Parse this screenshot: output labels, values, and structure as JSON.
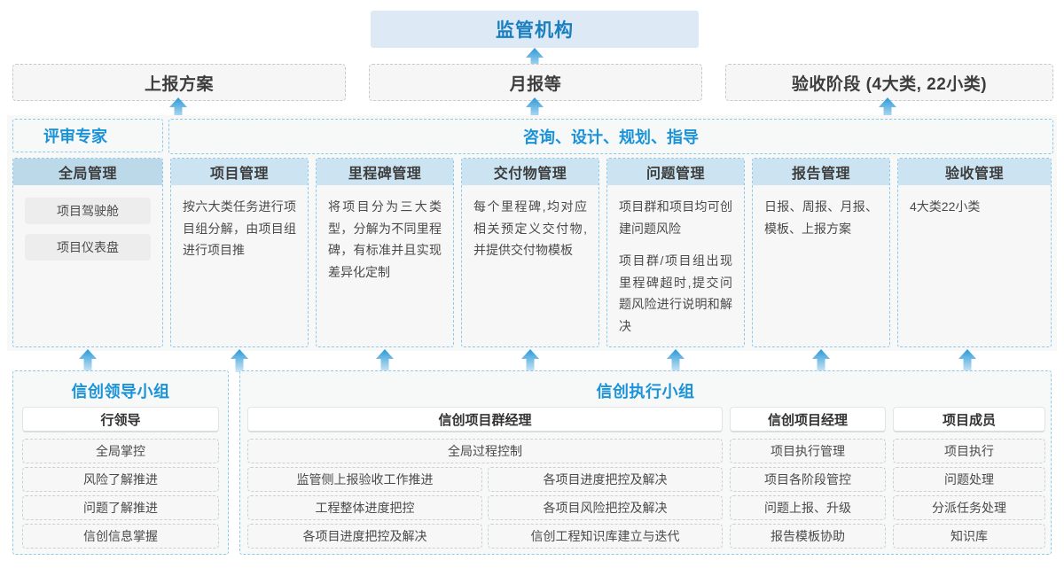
{
  "top": {
    "regulator": "监管机构",
    "inputs": [
      {
        "label": "上报方案"
      },
      {
        "label": "月报等"
      },
      {
        "label": "验收阶段 (4大类, 22小类)"
      }
    ]
  },
  "middle": {
    "role_left": "评审专家",
    "role_right": "咨询、设计、规划、指导",
    "columns": [
      {
        "head": "全局管理",
        "kind": "pills",
        "pills": [
          "项目驾驶舱",
          "项目仪表盘"
        ],
        "paragraphs": []
      },
      {
        "head": "项目管理",
        "kind": "text",
        "pills": [],
        "paragraphs": [
          "按六大类任务进行项目组分解，由项目组进行项目推"
        ]
      },
      {
        "head": "里程碑管理",
        "kind": "text",
        "pills": [],
        "paragraphs": [
          "将项目分为三大类型，分解为不同里程碑，有标准并且实现差异化定制"
        ]
      },
      {
        "head": "交付物管理",
        "kind": "text",
        "pills": [],
        "paragraphs": [
          "每个里程碑,均对应相关预定义交付物,并提供交付物模板"
        ]
      },
      {
        "head": "问题管理",
        "kind": "text",
        "pills": [],
        "paragraphs": [
          "项目群和项目均可创建问题风险",
          "项目群/项目组出现里程碑超时,提交问题风险进行说明和解决"
        ]
      },
      {
        "head": "报告管理",
        "kind": "text",
        "pills": [],
        "paragraphs": [
          "日报、周报、月报、模板、上报方案"
        ]
      },
      {
        "head": "验收管理",
        "kind": "text",
        "pills": [],
        "paragraphs": [
          "4大类22小类"
        ]
      }
    ]
  },
  "bottom": {
    "leader_group": {
      "title": "信创领导小组",
      "header": "行领导",
      "items": [
        "全局掌控",
        "风险了解推进",
        "问题了解推进",
        "信创信息掌握"
      ]
    },
    "exec_group": {
      "title": "信创执行小组",
      "program_manager": {
        "header": "信创项目群经理",
        "full_width_item": "全局过程控制",
        "rows": [
          [
            "监管侧上报验收工作推进",
            "各项目进度把控及解决"
          ],
          [
            "工程整体进度把控",
            "各项目风险把控及解决"
          ],
          [
            "各项目进度把控及解决",
            "信创工程知识库建立与迭代"
          ]
        ]
      },
      "project_manager": {
        "header": "信创项目经理",
        "items": [
          "项目执行管理",
          "项目各阶段管控",
          "问题上报、升级",
          "报告模板协助"
        ]
      },
      "member": {
        "header": "项目成员",
        "items": [
          "项目执行",
          "问题处理",
          "分派任务处理",
          "知识库"
        ]
      }
    }
  },
  "colors": {
    "accent": "#1a93d8",
    "top_node_bg": "#dde9f5",
    "header_bg": "#cce3f1",
    "header_bg_first": "#bcd9ea",
    "dashed_border": "#8fc8e8"
  },
  "icons": {
    "arrow": "arrow-up-icon"
  }
}
